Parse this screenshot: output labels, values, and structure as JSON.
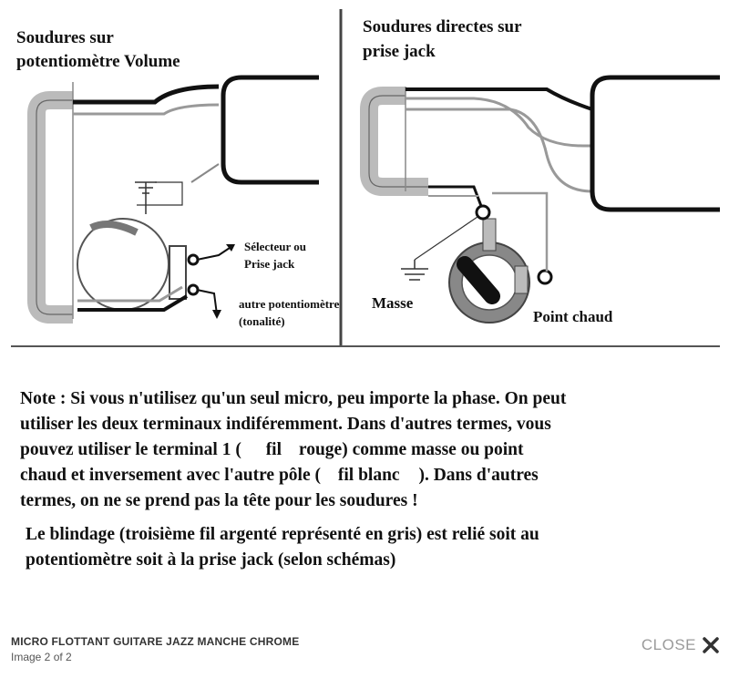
{
  "image": {
    "left_panel_title_line1": "Soudures sur",
    "left_panel_title_line2": "potentiomètre Volume",
    "right_panel_title_line1": "Soudures directes sur",
    "right_panel_title_line2": "prise jack",
    "label_selecteur_line1": "Sélecteur ou",
    "label_selecteur_line2": "Prise jack",
    "label_autre_line1": "autre potentiomètre",
    "label_autre_line2": "(tonalité)",
    "label_masse": "Masse",
    "label_point_chaud": "Point chaud",
    "note_line1": "Note : Si vous n'utilisez qu'un seul micro, peu importe la phase. On peut",
    "note_line2": "utiliser les deux terminaux indiféremment. Dans d'autres termes, vous",
    "note_line3a": "pouvez utiliser le terminal 1 (",
    "note_line3b": "fil",
    "note_line3c": "rouge) comme masse ou point",
    "note_line4a": "chaud et inversement avec l'autre pôle (",
    "note_line4b": "fil blanc",
    "note_line4c": "). Dans d'autres",
    "note_line5": "termes, on ne se prend pas la tête pour les soudures !",
    "shield_line1": "Le blindage (troisième fil argenté représenté en gris) est relié soit au",
    "shield_line2": "potentiomètre soit à la prise jack (selon schémas)"
  },
  "caption": {
    "title": "MICRO FLOTTANT GUITARE JAZZ MANCHE CHROME",
    "counter": "Image 2 of 2"
  },
  "close": {
    "label": "CLOSE",
    "icon": "close-x-icon"
  }
}
